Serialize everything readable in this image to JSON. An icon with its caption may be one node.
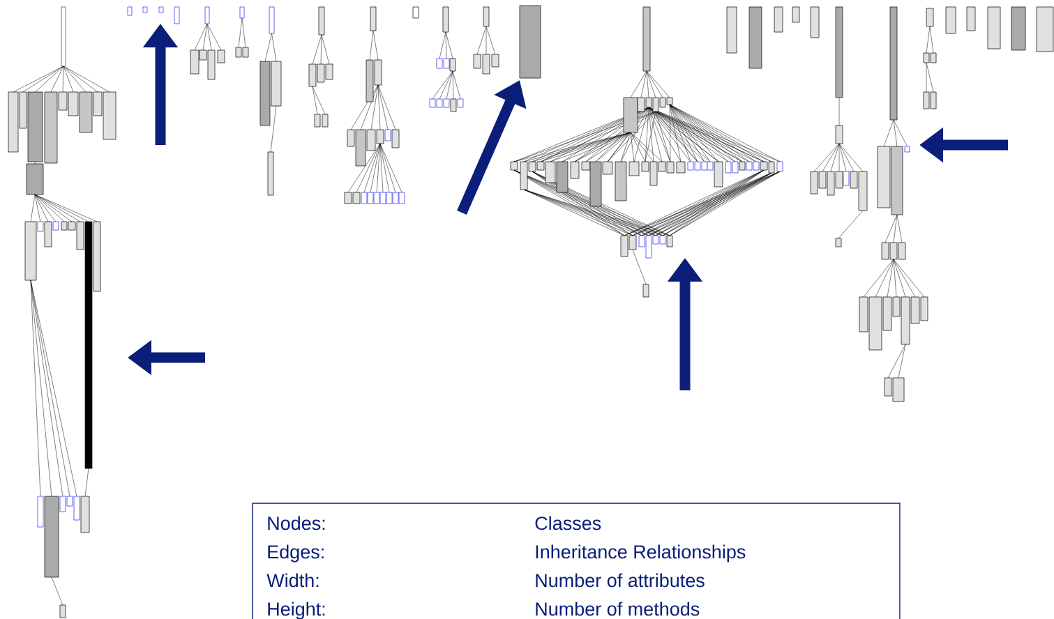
{
  "diagram": {
    "labels": [
      "Nodes:",
      "Classes",
      "Edges:",
      "Inheritance Relationships",
      "Width:",
      "Number of attributes",
      "Height:",
      "Number of methods"
    ]
  }
}
